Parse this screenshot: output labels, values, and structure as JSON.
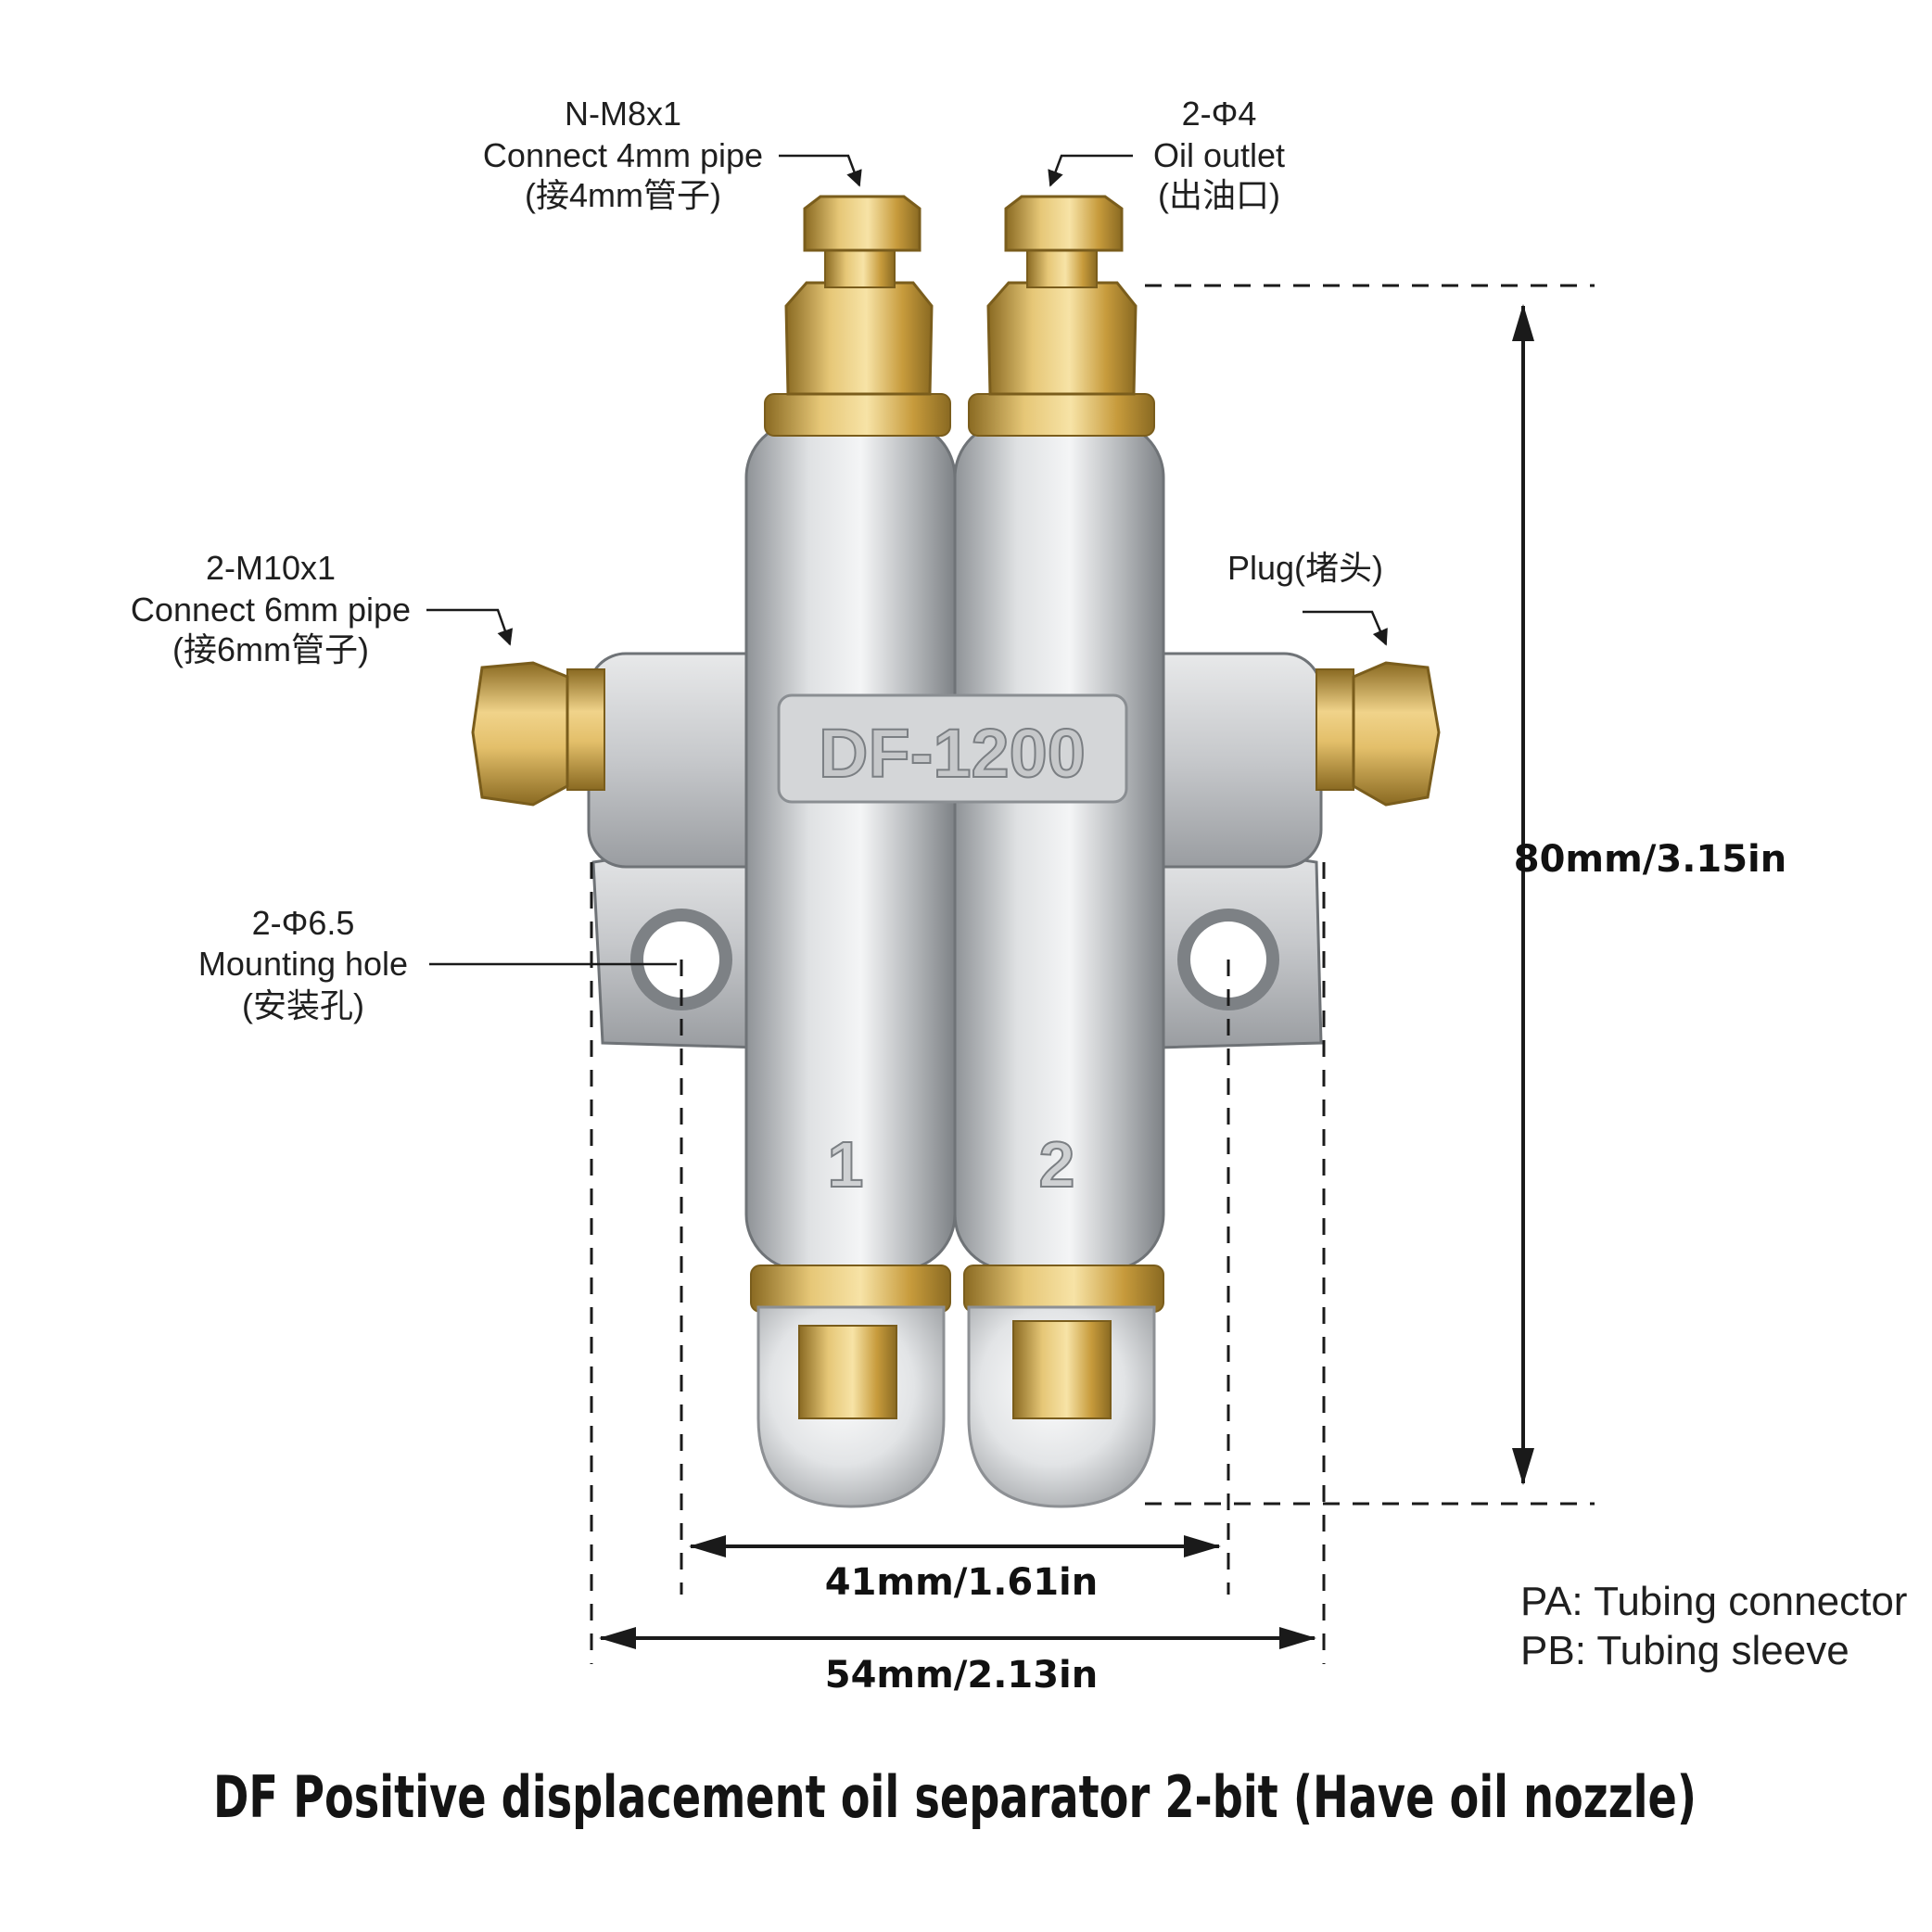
{
  "callouts": {
    "inlet_top": {
      "line1": "N-M8x1",
      "line2": "Connect 4mm pipe",
      "line3": "(接4mm管子)"
    },
    "outlet_top": {
      "line1": "2-Φ4",
      "line2": "Oil outlet",
      "line3": "(出油口)"
    },
    "inlet_side": {
      "line1": "2-M10x1",
      "line2": "Connect 6mm pipe",
      "line3": "(接6mm管子)"
    },
    "plug": {
      "line1": "Plug(堵头)"
    },
    "mounting_hole": {
      "line1": "2-Φ6.5",
      "line2": "Mounting hole",
      "line3": "(安装孔)"
    }
  },
  "dimensions": {
    "height": "80mm/3.15in",
    "hole_spacing": "41mm/1.61in",
    "width": "54mm/2.13in"
  },
  "part": {
    "model": "DF-1200",
    "channel_1": "1",
    "channel_2": "2"
  },
  "legend": {
    "pa": "PA: Tubing connector",
    "pb": "PB: Tubing sleeve"
  },
  "title": "DF Positive displacement oil separator 2-bit (Have oil nozzle)",
  "colors": {
    "brass": "#c9a24a",
    "aluminum": "#b9bcbf",
    "line": "#1a1a1a"
  }
}
